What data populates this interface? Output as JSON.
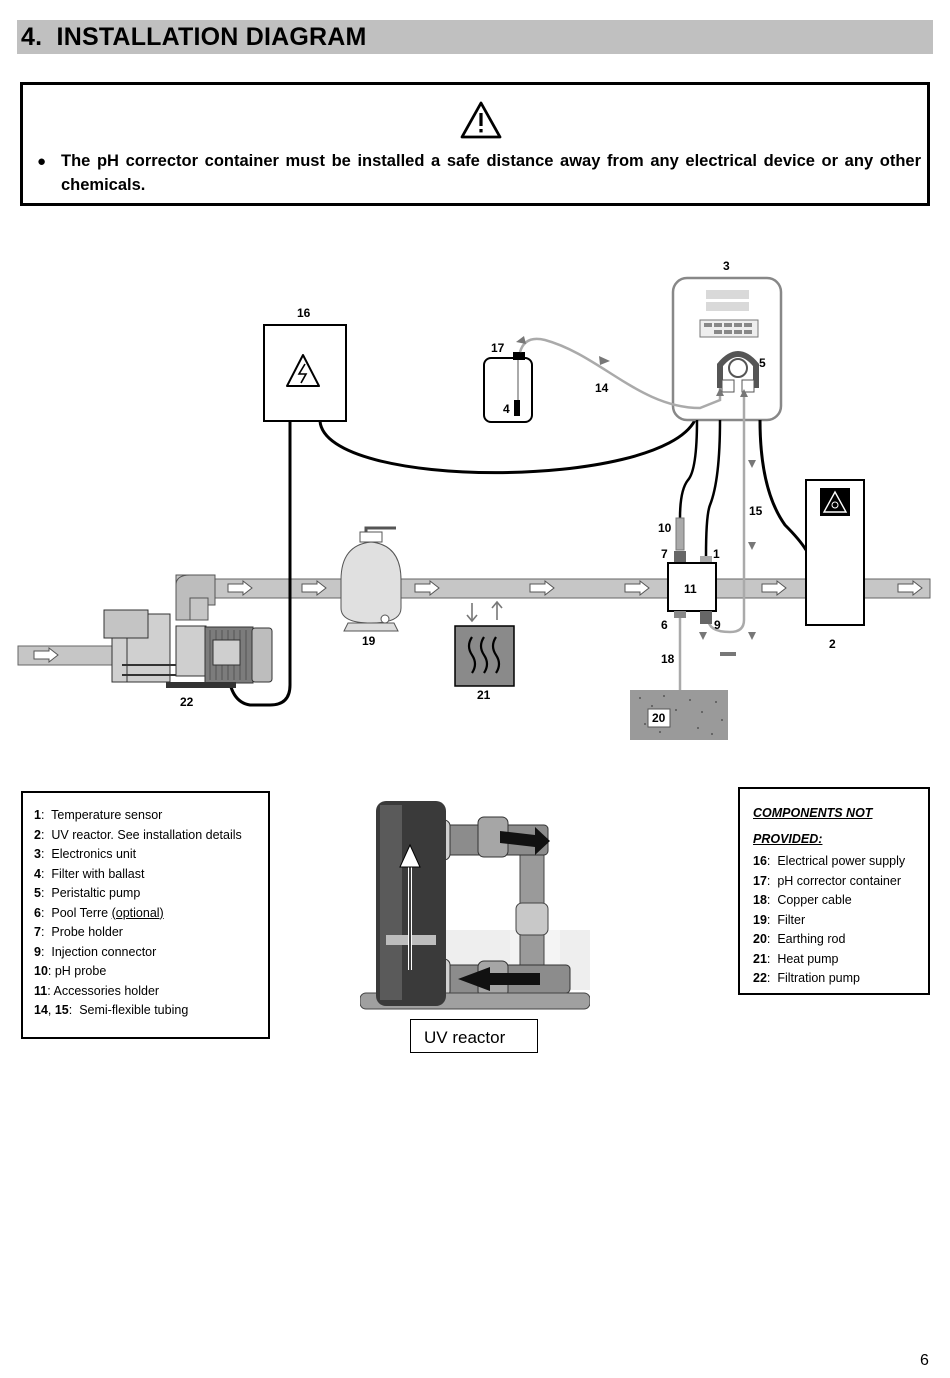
{
  "section": {
    "number": "4.",
    "title": "INSTALLATION DIAGRAM"
  },
  "warning": {
    "text": "The pH corrector container must be installed a safe distance away from any electrical device or any other chemicals."
  },
  "diagram_labels": {
    "l1": "1",
    "l2": "2",
    "l3": "3",
    "l4": "4",
    "l5": "5",
    "l6": "6",
    "l7": "7",
    "l9": "9",
    "l10": "10",
    "l11": "11",
    "l14": "14",
    "l15": "15",
    "l16": "16",
    "l17": "17",
    "l18": "18",
    "l19": "19",
    "l20": "20",
    "l21": "21",
    "l22": "22"
  },
  "legend": [
    {
      "num": "1",
      "text": "Temperature sensor"
    },
    {
      "num": "2",
      "text": "UV reactor. See installation details"
    },
    {
      "num": "3",
      "text": "Electronics unit"
    },
    {
      "num": "4",
      "text": "Filter with ballast"
    },
    {
      "num": "5",
      "text": "Peristaltic pump"
    },
    {
      "num": "6",
      "text": "Pool Terre",
      "extra": "(optional)"
    },
    {
      "num": "7",
      "text": "Probe holder"
    },
    {
      "num": "9",
      "text": "Injection connector"
    },
    {
      "num": "10",
      "text": "pH probe"
    },
    {
      "num": "11",
      "text": "Accessories holder"
    },
    {
      "num": "14",
      "num2": "15",
      "text": "Semi-flexible tubing"
    }
  ],
  "photo_caption": "UV reactor",
  "not_provided": {
    "title_line1": "COMPONENTS NOT",
    "title_line2": "PROVIDED:",
    "items": [
      {
        "num": "16",
        "text": "Electrical power supply"
      },
      {
        "num": "17",
        "text": "pH corrector container"
      },
      {
        "num": "18",
        "text": "Copper cable"
      },
      {
        "num": "19",
        "text": "Filter"
      },
      {
        "num": "20",
        "text": "Earthing rod"
      },
      {
        "num": "21",
        "text": "Heat pump"
      },
      {
        "num": "22",
        "text": "Filtration pump"
      }
    ]
  },
  "page_number": "6"
}
